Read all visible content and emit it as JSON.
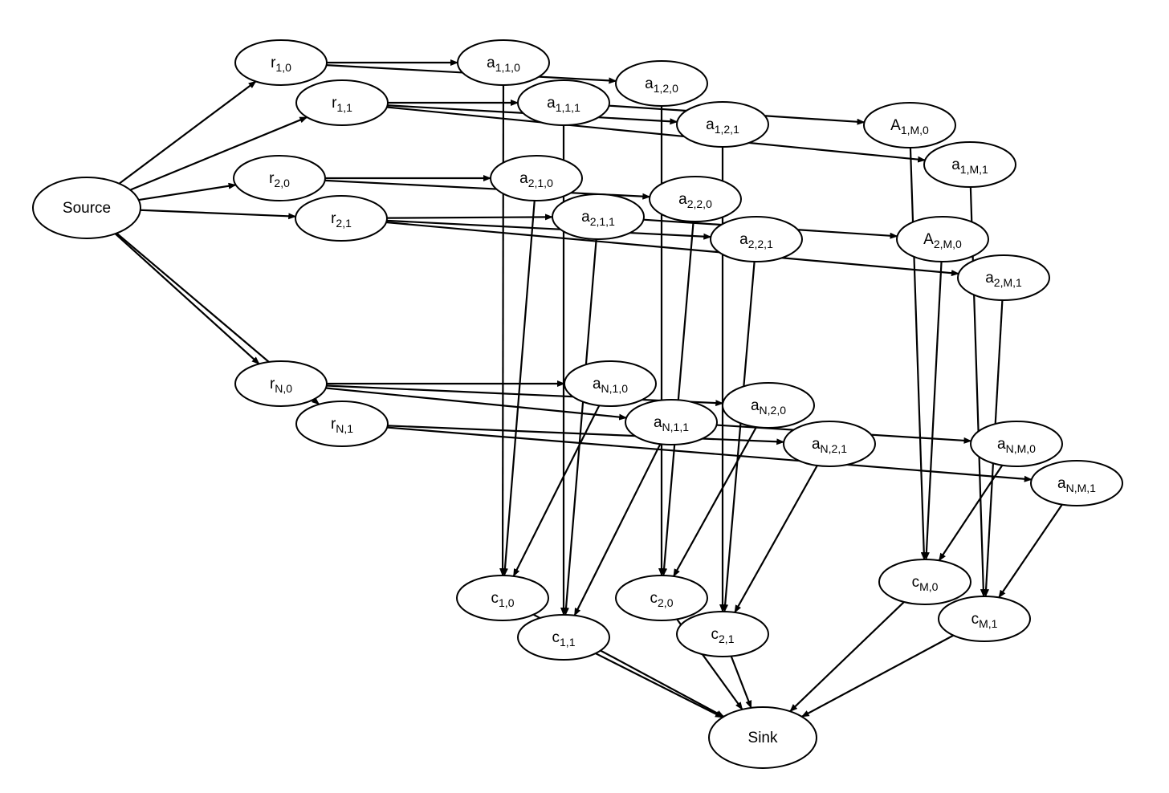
{
  "diagram": {
    "type": "flow-network",
    "nodes": [
      {
        "id": "source",
        "main": "Source",
        "sub": ""
      },
      {
        "id": "sink",
        "main": "Sink",
        "sub": ""
      },
      {
        "id": "r10",
        "main": "r",
        "sub": "1,0"
      },
      {
        "id": "r11",
        "main": "r",
        "sub": "1,1"
      },
      {
        "id": "r20",
        "main": "r",
        "sub": "2,0"
      },
      {
        "id": "r21",
        "main": "r",
        "sub": "2,1"
      },
      {
        "id": "rN0",
        "main": "r",
        "sub": "N,0"
      },
      {
        "id": "rN1",
        "main": "r",
        "sub": "N,1"
      },
      {
        "id": "a110",
        "main": "a",
        "sub": "1,1,0"
      },
      {
        "id": "a111",
        "main": "a",
        "sub": "1,1,1"
      },
      {
        "id": "a120",
        "main": "a",
        "sub": "1,2,0"
      },
      {
        "id": "a121",
        "main": "a",
        "sub": "1,2,1"
      },
      {
        "id": "A1M0",
        "main": "A",
        "sub": "1,M,0"
      },
      {
        "id": "a1M1",
        "main": "a",
        "sub": "1,M,1"
      },
      {
        "id": "a210",
        "main": "a",
        "sub": "2,1,0"
      },
      {
        "id": "a211",
        "main": "a",
        "sub": "2,1,1"
      },
      {
        "id": "a220",
        "main": "a",
        "sub": "2,2,0"
      },
      {
        "id": "a221",
        "main": "a",
        "sub": "2,2,1"
      },
      {
        "id": "A2M0",
        "main": "A",
        "sub": "2,M,0"
      },
      {
        "id": "a2M1",
        "main": "a",
        "sub": "2,M,1"
      },
      {
        "id": "aN10",
        "main": "a",
        "sub": "N,1,0"
      },
      {
        "id": "aN11",
        "main": "a",
        "sub": "N,1,1"
      },
      {
        "id": "aN20",
        "main": "a",
        "sub": "N,2,0"
      },
      {
        "id": "aN21",
        "main": "a",
        "sub": "N,2,1"
      },
      {
        "id": "aNM0",
        "main": "a",
        "sub": "N,M,0"
      },
      {
        "id": "aNM1",
        "main": "a",
        "sub": "N,M,1"
      },
      {
        "id": "c10",
        "main": "c",
        "sub": "1,0"
      },
      {
        "id": "c11",
        "main": "c",
        "sub": "1,1"
      },
      {
        "id": "c20",
        "main": "c",
        "sub": "2,0"
      },
      {
        "id": "c21",
        "main": "c",
        "sub": "2,1"
      },
      {
        "id": "cM0",
        "main": "c",
        "sub": "M,0"
      },
      {
        "id": "cM1",
        "main": "c",
        "sub": "M,1"
      }
    ],
    "edges": [
      [
        "source",
        "r10"
      ],
      [
        "source",
        "r11"
      ],
      [
        "source",
        "r20"
      ],
      [
        "source",
        "r21"
      ],
      [
        "source",
        "rN0"
      ],
      [
        "source",
        "rN1"
      ],
      [
        "r10",
        "a110"
      ],
      [
        "r10",
        "a120"
      ],
      [
        "r11",
        "a111"
      ],
      [
        "r11",
        "a121"
      ],
      [
        "r11",
        "a1M1"
      ],
      [
        "a111",
        "A1M0"
      ],
      [
        "r20",
        "a210"
      ],
      [
        "r20",
        "a220"
      ],
      [
        "r21",
        "a211"
      ],
      [
        "r21",
        "a221"
      ],
      [
        "r21",
        "a2M1"
      ],
      [
        "a211",
        "A2M0"
      ],
      [
        "rN0",
        "aN10"
      ],
      [
        "rN0",
        "aN20"
      ],
      [
        "rN0",
        "aN11"
      ],
      [
        "rN1",
        "aN21"
      ],
      [
        "rN1",
        "aNM1"
      ],
      [
        "aN11",
        "aNM0"
      ],
      [
        "a110",
        "c10"
      ],
      [
        "a210",
        "c10"
      ],
      [
        "aN10",
        "c10"
      ],
      [
        "a111",
        "c11"
      ],
      [
        "a211",
        "c11"
      ],
      [
        "aN11",
        "c11"
      ],
      [
        "a120",
        "c20"
      ],
      [
        "a220",
        "c20"
      ],
      [
        "aN20",
        "c20"
      ],
      [
        "a121",
        "c21"
      ],
      [
        "a221",
        "c21"
      ],
      [
        "aN21",
        "c21"
      ],
      [
        "A1M0",
        "cM0"
      ],
      [
        "A2M0",
        "cM0"
      ],
      [
        "aNM0",
        "cM0"
      ],
      [
        "a1M1",
        "cM1"
      ],
      [
        "a2M1",
        "cM1"
      ],
      [
        "aNM1",
        "cM1"
      ],
      [
        "c10",
        "sink"
      ],
      [
        "c11",
        "sink"
      ],
      [
        "c20",
        "sink"
      ],
      [
        "c21",
        "sink"
      ],
      [
        "cM0",
        "sink"
      ],
      [
        "cM1",
        "sink"
      ]
    ]
  }
}
